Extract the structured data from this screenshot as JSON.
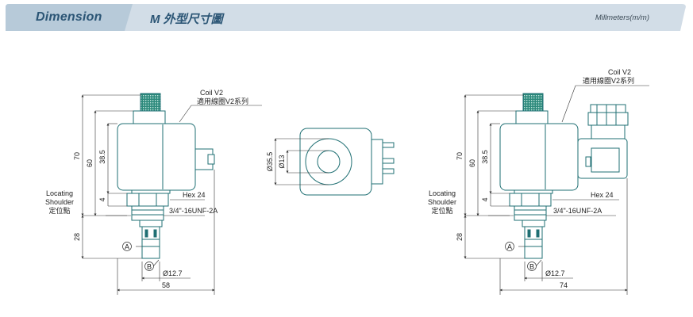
{
  "header": {
    "section_title": "Dimension",
    "model_title": "M 外型尺寸圖",
    "units": "Millmeters(m/m)"
  },
  "colors": {
    "header_bg": "#d2dde7",
    "header_tab": "#b7cad9",
    "header_text": "#2b5575",
    "line": "#1f6f73"
  },
  "views": {
    "left": {
      "coil_label": "Coil V2",
      "coil_label_cn": "適用線圈V2系列",
      "dim_70": "70",
      "dim_60": "60",
      "dim_38_5": "38.5",
      "dim_4": "4",
      "dim_28": "28",
      "locating": "Locating",
      "shoulder": "Shoulder",
      "locating_cn": "定位點",
      "hex": "Hex 24",
      "thread": "3/4\"-16UNF-2A",
      "port_a": "A",
      "port_b": "B",
      "dia_12_7": "Ø12.7",
      "width": "58"
    },
    "side": {
      "dia_35_5": "Ø35.5",
      "dia_13": "Ø13"
    },
    "right": {
      "coil_label": "Coil V2",
      "coil_label_cn": "適用線圈V2系列",
      "dim_70": "70",
      "dim_60": "60",
      "dim_38_5": "38.5",
      "dim_4": "4",
      "dim_28": "28",
      "locating": "Locating",
      "shoulder": "Shoulder",
      "locating_cn": "定位點",
      "hex": "Hex 24",
      "thread": "3/4\"-16UNF-2A",
      "port_a": "A",
      "port_b": "B",
      "dia_12_7": "Ø12.7",
      "width": "74"
    }
  }
}
